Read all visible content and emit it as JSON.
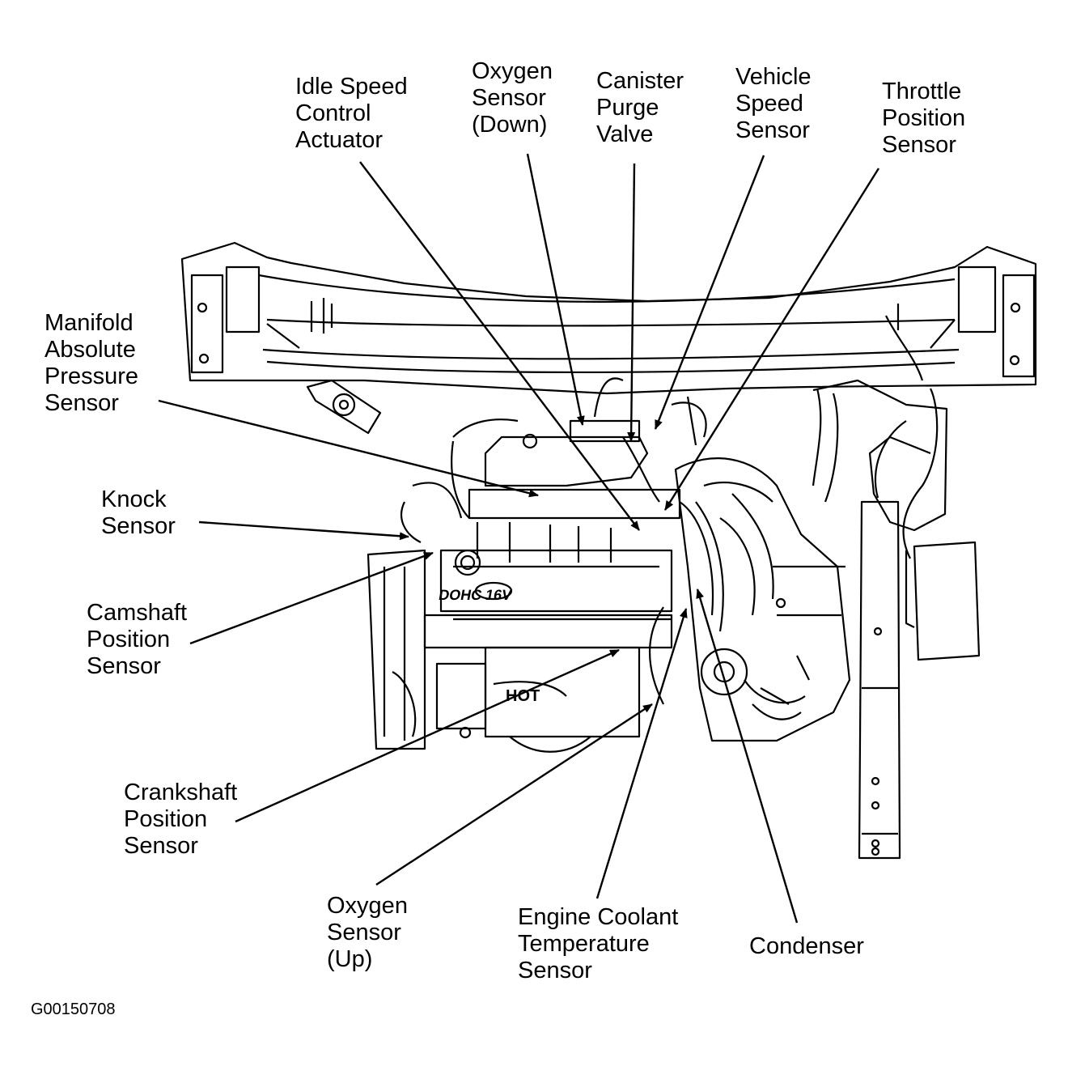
{
  "figure": {
    "figure_id": "G00150708",
    "colors": {
      "line": "#000000",
      "background": "#ffffff"
    },
    "engine_badge": "DOHC 16V",
    "engine_cover_mark": "HOT"
  },
  "labels": {
    "idle_speed_control_actuator": [
      "Idle Speed",
      "Control",
      "Actuator"
    ],
    "oxygen_sensor_down": [
      "Oxygen",
      "Sensor",
      "(Down)"
    ],
    "canister_purge_valve": [
      "Canister",
      "Purge",
      "Valve"
    ],
    "vehicle_speed_sensor": [
      "Vehicle",
      "Speed",
      "Sensor"
    ],
    "throttle_position_sensor": [
      "Throttle",
      "Position",
      "Sensor"
    ],
    "manifold_absolute_pressure_sensor": [
      "Manifold",
      "Absolute",
      "Pressure",
      "Sensor"
    ],
    "knock_sensor": [
      "Knock",
      "Sensor"
    ],
    "camshaft_position_sensor": [
      "Camshaft",
      "Position",
      "Sensor"
    ],
    "crankshaft_position_sensor": [
      "Crankshaft",
      "Position",
      "Sensor"
    ],
    "oxygen_sensor_up": [
      "Oxygen",
      "Sensor",
      "(Up)"
    ],
    "engine_coolant_temperature_sensor": [
      "Engine Coolant",
      "Temperature",
      "Sensor"
    ],
    "condenser": [
      "Condenser"
    ]
  }
}
